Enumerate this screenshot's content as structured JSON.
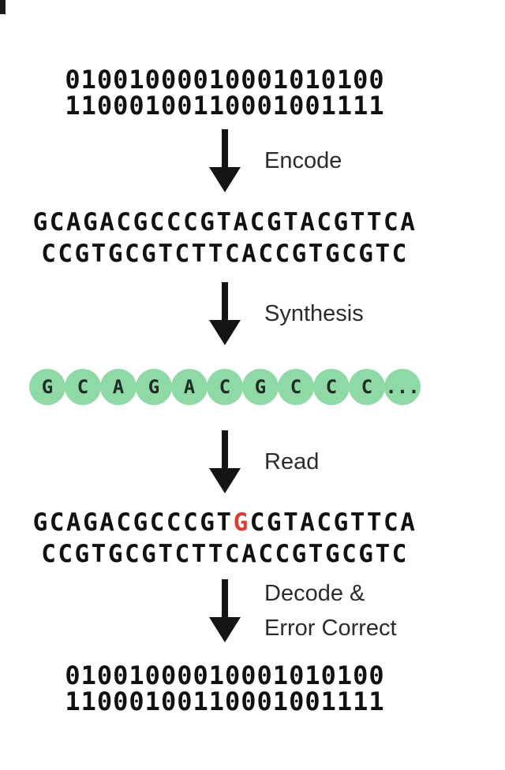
{
  "binary_input": {
    "line1": "01001000010001010100",
    "line2": "11000100110001001111"
  },
  "steps": {
    "encode": "Encode",
    "synthesis": "Synthesis",
    "read": "Read",
    "decode": "Decode &\nError Correct"
  },
  "encoded_dna": {
    "line1": "GCAGACGCCCGTACGTACGTTCA",
    "line2": "CCGTGCGTCTTCACCGTGCGTC"
  },
  "synthesized_bases": [
    "G",
    "C",
    "A",
    "G",
    "A",
    "C",
    "G",
    "C",
    "C",
    "C",
    "..."
  ],
  "read_dna": {
    "line1_prefix": "GCAGACGCCCGT",
    "line1_error": "G",
    "line1_suffix": "CGTACGTTCA",
    "line2": "CCGTGCGTCTTCACCGTGCGTC"
  },
  "binary_output": {
    "line1": "01001000010001010100",
    "line2": "11000100110001001111"
  },
  "colors": {
    "base_circle": "#8fd9a6",
    "error": "#e03b30",
    "arrow": "#141414"
  }
}
